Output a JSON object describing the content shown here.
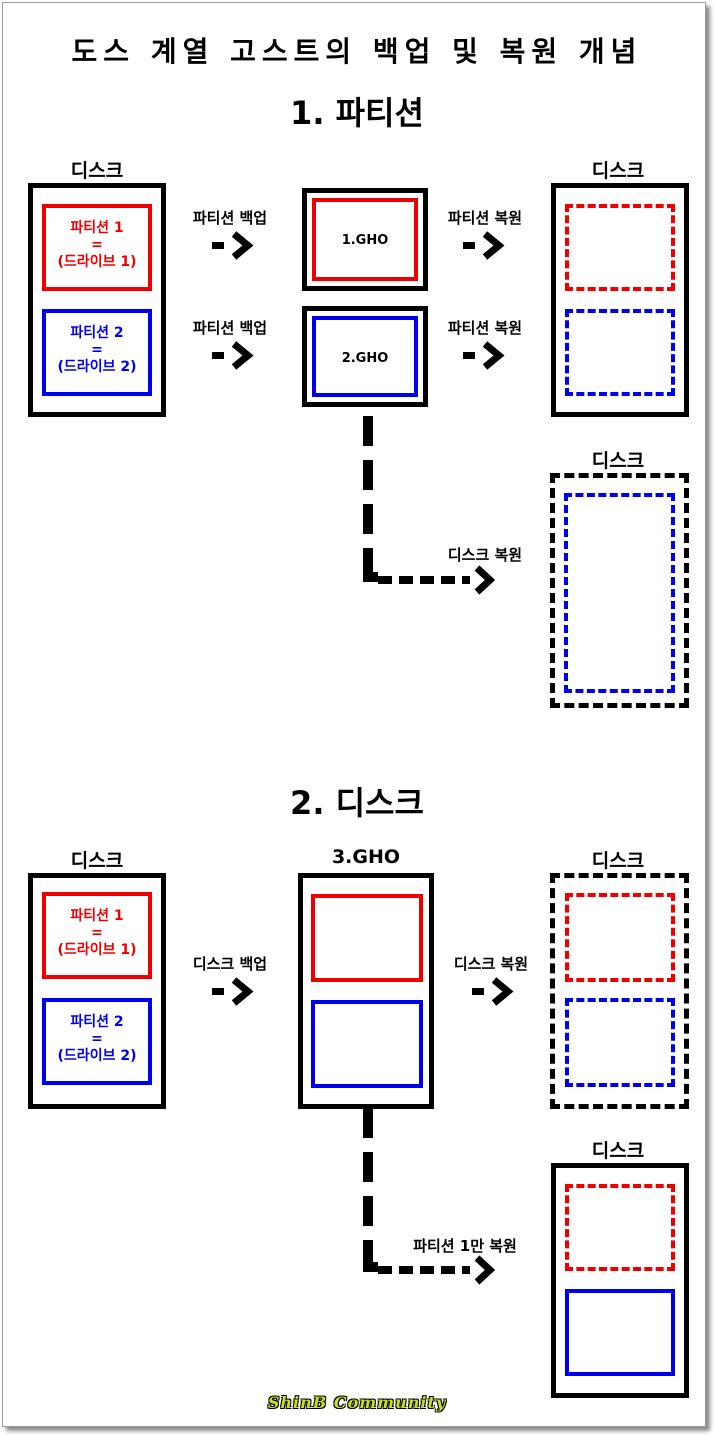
{
  "title": "도스 계열 고스트의 백업 및 복원 개념",
  "section1": {
    "heading": "1. 파티션",
    "source_disk_label": "디스크",
    "partition1": {
      "name": "파티션 1",
      "eq": "=",
      "drive": "(드라이브 1)"
    },
    "partition2": {
      "name": "파티션 2",
      "eq": "=",
      "drive": "(드라이브 2)"
    },
    "backup_label_1": "파티션 백업",
    "backup_label_2": "파티션 백업",
    "image1": "1.GHO",
    "image2": "2.GHO",
    "restore_label_1": "파티션 복원",
    "restore_label_2": "파티션 복원",
    "target_disk_label": "디스크",
    "disk_restore_label": "디스크 복원",
    "disk_restore_target_label": "디스크"
  },
  "section2": {
    "heading": "2. 디스크",
    "source_disk_label": "디스크",
    "partition1": {
      "name": "파티션 1",
      "eq": "=",
      "drive": "(드라이브 1)"
    },
    "partition2": {
      "name": "파티션 2",
      "eq": "=",
      "drive": "(드라이브 2)"
    },
    "backup_label": "디스크 백업",
    "image_label": "3.GHO",
    "restore_label": "디스크 복원",
    "target_disk_label": "디스크",
    "partition_restore_label": "파티션 1만 복원",
    "partition_restore_target_label": "디스크"
  },
  "footer": "ShinB Community",
  "colors": {
    "red": "#ee0000",
    "blue": "#0000ee",
    "black": "#000000",
    "footer": "#c8e020"
  },
  "icons": [
    "dashed-arrow-icon",
    "elbow-dashed-arrow-icon"
  ]
}
